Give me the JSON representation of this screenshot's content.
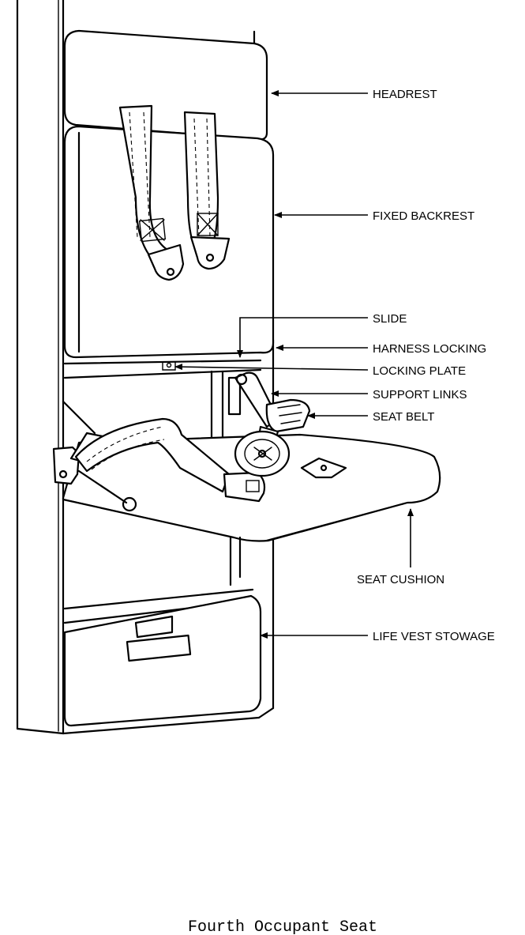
{
  "caption": "Fourth Occupant Seat",
  "labels": {
    "headrest": "HEADREST",
    "fixed_backrest": "FIXED BACKREST",
    "slide": "SLIDE",
    "harness_locking": "HARNESS LOCKING",
    "locking_plate": "LOCKING PLATE",
    "support_links": "SUPPORT LINKS",
    "seat_belt": "SEAT BELT",
    "seat_cushion": "SEAT CUSHION",
    "life_vest_stowage": "LIFE VEST STOWAGE"
  }
}
